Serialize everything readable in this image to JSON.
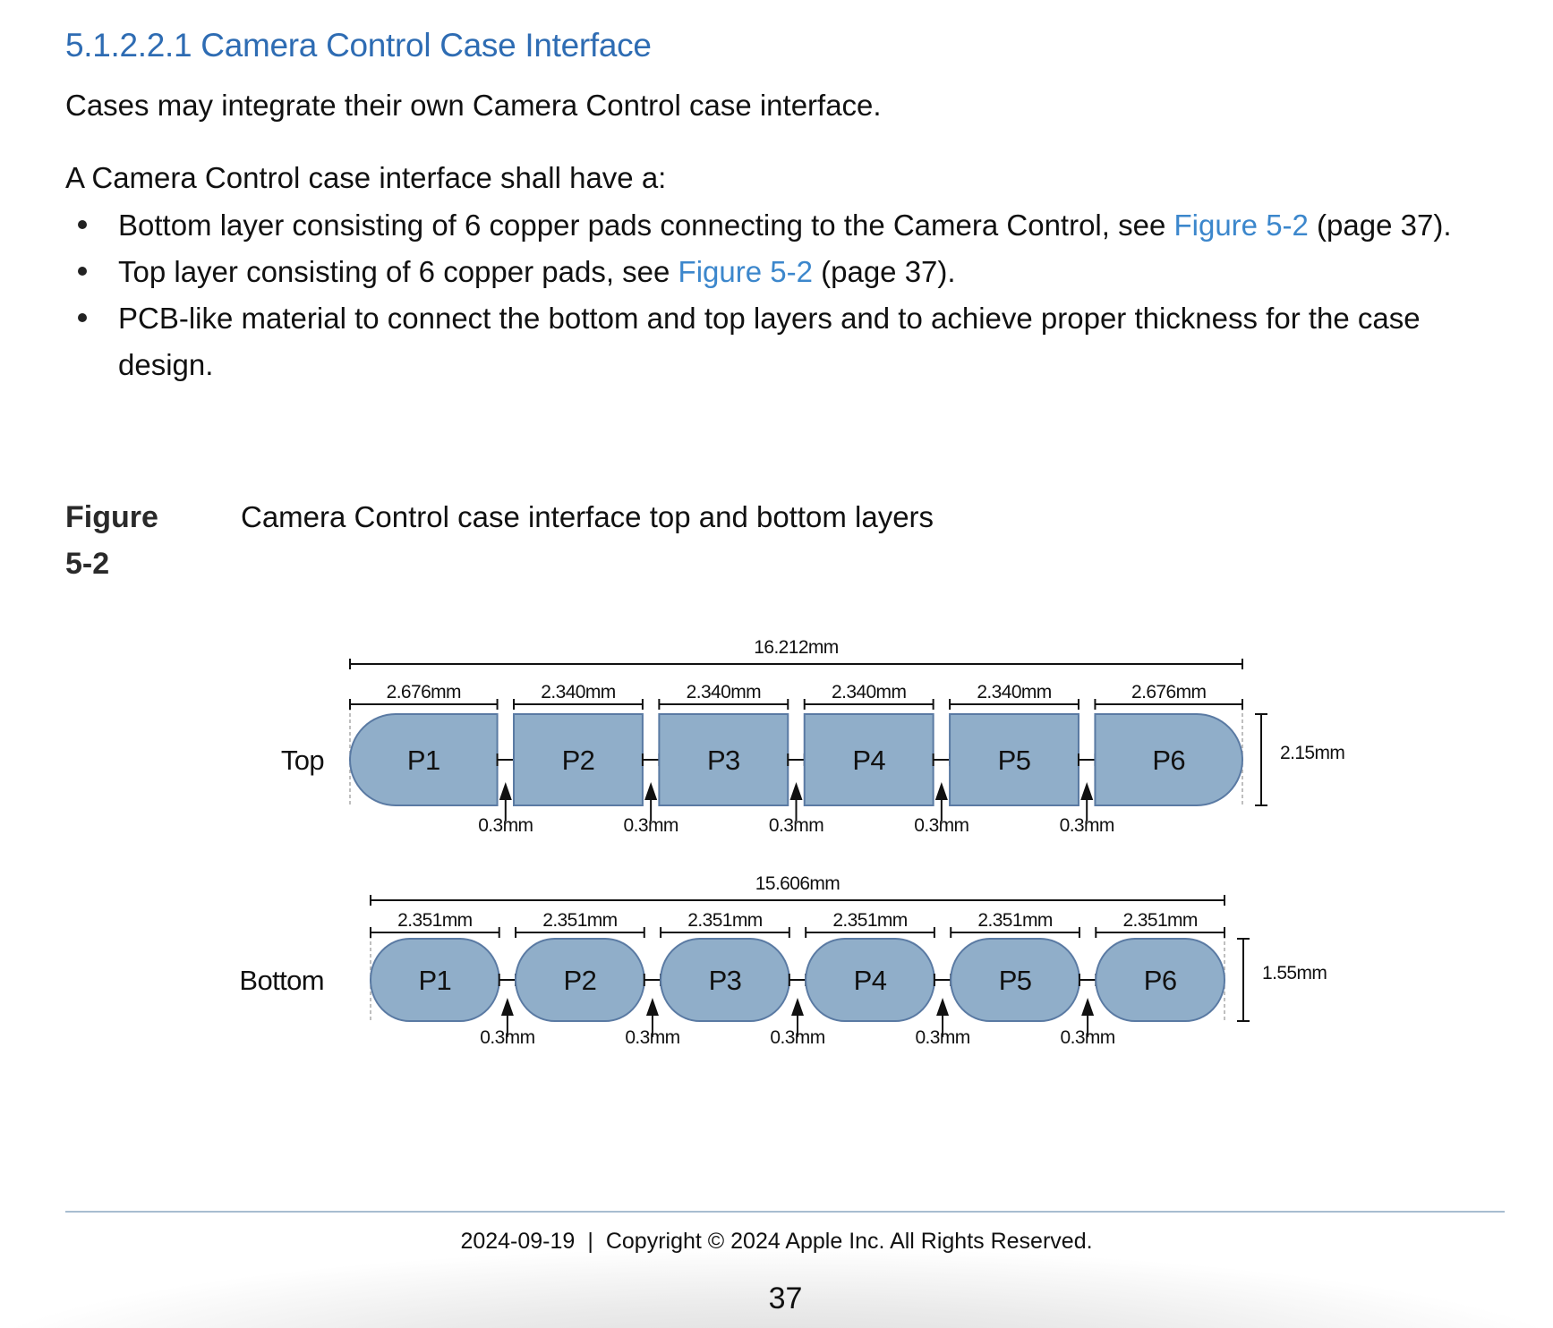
{
  "section": {
    "heading": "5.1.2.2.1 Camera Control Case Interface",
    "intro": "Cases may integrate their own Camera Control case interface.",
    "lead": "A Camera Control case interface shall have a:",
    "bullets": [
      {
        "before": "Bottom layer consisting of 6 copper pads connecting to the Camera Control, see ",
        "link": "Figure 5-2",
        "after": " (page 37)."
      },
      {
        "before": "Top layer consisting of 6 copper pads, see ",
        "link": "Figure 5-2",
        "after": " (page 37)."
      },
      {
        "before": "PCB-like material to connect the bottom and top layers and to achieve proper thickness for the case design.",
        "link": "",
        "after": ""
      }
    ]
  },
  "figure": {
    "label": "Figure 5-2",
    "caption": "Camera Control case interface top and bottom layers",
    "colors": {
      "pad_fill": "#90aec9",
      "pad_stroke": "#5a7aa3",
      "line": "#111111"
    },
    "top": {
      "label": "Top",
      "total": "16.212mm",
      "height": "2.15mm",
      "gap": "0.3mm",
      "pads": [
        {
          "name": "P1",
          "width": "2.676mm",
          "shape": "rounded-left"
        },
        {
          "name": "P2",
          "width": "2.340mm",
          "shape": "rect"
        },
        {
          "name": "P3",
          "width": "2.340mm",
          "shape": "rect"
        },
        {
          "name": "P4",
          "width": "2.340mm",
          "shape": "rect"
        },
        {
          "name": "P5",
          "width": "2.340mm",
          "shape": "rect"
        },
        {
          "name": "P6",
          "width": "2.676mm",
          "shape": "rounded-right"
        }
      ]
    },
    "bottom": {
      "label": "Bottom",
      "total": "15.606mm",
      "height": "1.55mm",
      "gap": "0.3mm",
      "pads": [
        {
          "name": "P1",
          "width": "2.351mm",
          "shape": "stadium"
        },
        {
          "name": "P2",
          "width": "2.351mm",
          "shape": "stadium"
        },
        {
          "name": "P3",
          "width": "2.351mm",
          "shape": "stadium"
        },
        {
          "name": "P4",
          "width": "2.351mm",
          "shape": "stadium"
        },
        {
          "name": "P5",
          "width": "2.351mm",
          "shape": "stadium"
        },
        {
          "name": "P6",
          "width": "2.351mm",
          "shape": "stadium"
        }
      ]
    }
  },
  "footer": {
    "date": "2024-09-19",
    "separator": "|",
    "copyright": "Copyright © 2024 Apple Inc. All Rights Reserved.",
    "page": "37"
  }
}
